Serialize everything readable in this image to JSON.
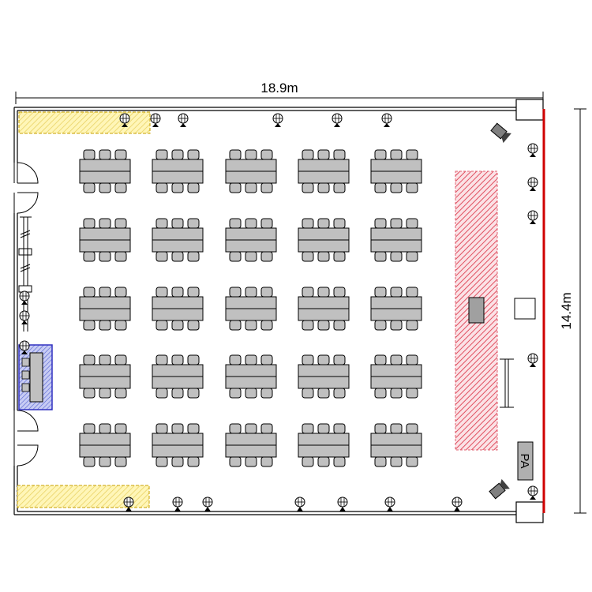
{
  "room": {
    "width_label": "18.9m",
    "depth_label": "14.4m",
    "pa_label": "PA"
  },
  "layout": {
    "table_rows": 5,
    "table_columns": 5,
    "chairs_per_side": 3
  },
  "colors": {
    "wall": "#000000",
    "table_fill": "#c0c0c0",
    "stage_hatch": "#e06070",
    "stage_wall": "#d00000",
    "storage_fill": "#fff3a8",
    "storage_border": "#c8a000",
    "counter_fill": "#b8bcf0",
    "counter_border": "#3030c0"
  },
  "icons": {
    "light": "wall-light-icon",
    "speaker": "speaker-icon",
    "door": "door-icon"
  }
}
